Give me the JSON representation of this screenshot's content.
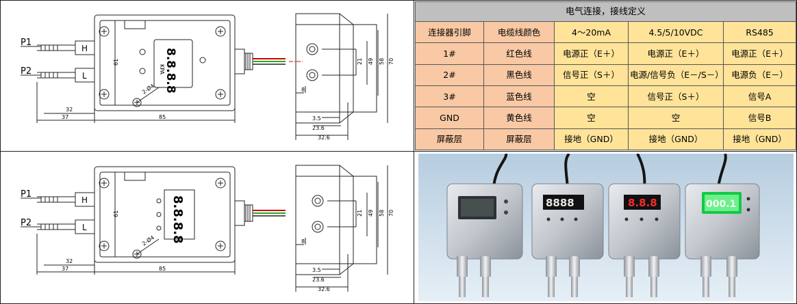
{
  "drawing": {
    "port_p1": "P1",
    "port_p2": "P2",
    "port_h": "H",
    "port_l": "L",
    "dim_32": "32",
    "dim_37": "37",
    "dim_85": "85",
    "dim_61": "61",
    "dim_hole": "2-Ø4",
    "dim_21": "21",
    "dim_49": "49",
    "dim_58": "58",
    "dim_70": "70",
    "dim_8": "8",
    "dim_35": "3.5",
    "dim_236": "23.6",
    "dim_326": "32.6",
    "lcd_digits": "8.8.8.8",
    "lcd_unit": "KPA",
    "led_digits": "8.8.8.8"
  },
  "table": {
    "title": "电气连接，接线定义",
    "headers": [
      "连接器引脚",
      "电缆线颜色",
      "4～20mA",
      "4.5/5/10VDC",
      "RS485"
    ],
    "rows": [
      [
        "1#",
        "红色线",
        "电源正（E＋）",
        "电源正（E＋）",
        "电源正（E＋）"
      ],
      [
        "2#",
        "黑色线",
        "信号正（S＋）",
        "电源/信号负（E－/S－）",
        "电源负（E－）"
      ],
      [
        "3#",
        "蓝色线",
        "空",
        "信号正（S＋）",
        "信号A"
      ],
      [
        "GND",
        "黄色线",
        "空",
        "空",
        "信号B"
      ],
      [
        "屏蔽层",
        "屏蔽层",
        "接地（GND）",
        "接地（GND）",
        "接地（GND）"
      ]
    ]
  },
  "photo": {
    "digits_1": "8888",
    "digits_2": "8.8.8",
    "digits_3": "000.1"
  }
}
